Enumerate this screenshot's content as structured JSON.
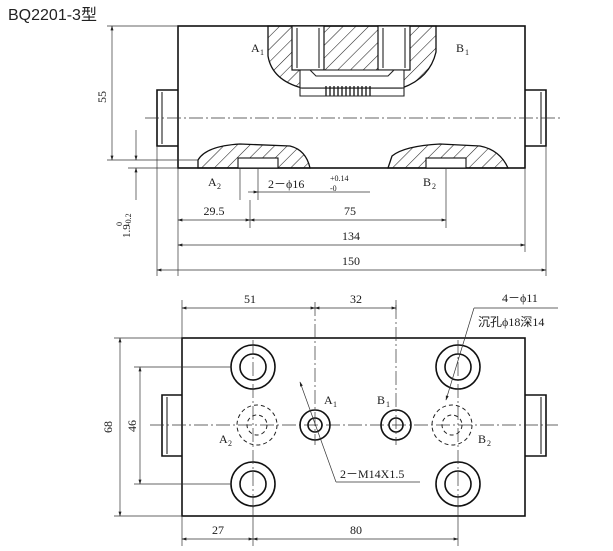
{
  "title": "BQ2201-3型",
  "section_view": {
    "port_labels": {
      "a1_top": "A",
      "a1_top_sub": "1",
      "b1_top": "B",
      "b1_top_sub": "1",
      "a2_bottom": "A",
      "a2_bottom_sub": "2",
      "b2_bottom": "B",
      "b2_bottom_sub": "2"
    },
    "dimensions": {
      "height": "55",
      "bore_spec": "2－ϕ16",
      "bore_tol_upper": "+0.14",
      "bore_tol_lower": "-0",
      "offset_base": "1.9",
      "offset_tol_upper": "0",
      "offset_tol_lower": "-0.2",
      "port_offset": "29.5",
      "port_spacing": "75",
      "body_length": "134",
      "overall_length": "150"
    }
  },
  "plan_view": {
    "port_labels": {
      "a1": "A",
      "a1_sub": "1",
      "b1": "B",
      "b1_sub": "1",
      "a2": "A",
      "a2_sub": "2",
      "b2": "B",
      "b2_sub": "2"
    },
    "dimensions": {
      "left_to_center": "51",
      "center_spacing": "32",
      "mount_holes": "4－ϕ11",
      "counterbore": "沉孔ϕ18深14",
      "thread_spec": "2－M14X1.5",
      "body_width": "68",
      "inner_width": "46",
      "edge_offset": "27",
      "hole_spacing": "80"
    }
  }
}
